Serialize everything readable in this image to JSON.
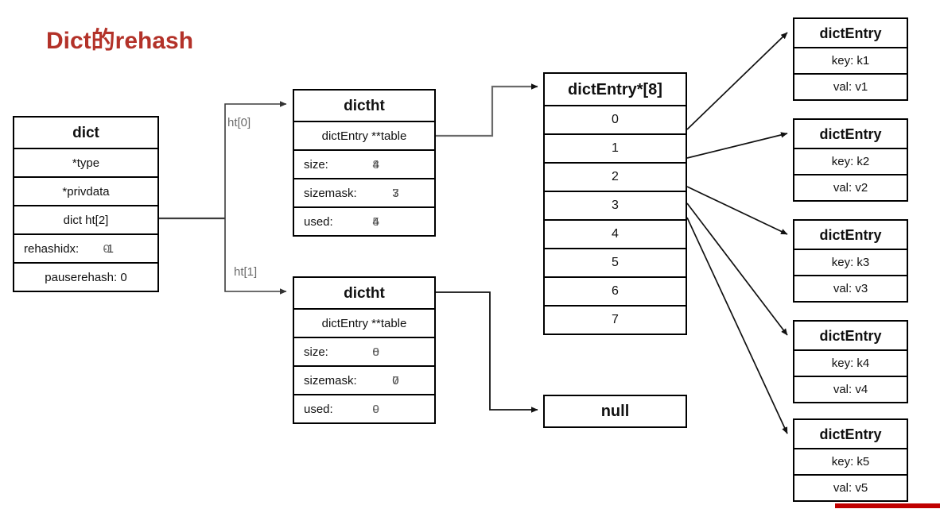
{
  "title": "Dict的rehash",
  "colors": {
    "title": "#b33229",
    "accent_bar": "#c00000",
    "label": "#6b6b6b",
    "box_border": "#000000"
  },
  "dict": {
    "header": "dict",
    "rows": [
      {
        "label": "*type",
        "value": ""
      },
      {
        "label": "*privdata",
        "value": ""
      },
      {
        "label": "dict ht[2]",
        "value": ""
      }
    ],
    "rehashidx": {
      "label": "rehashidx:",
      "value": "-1",
      "value_overlay": "0"
    },
    "pauserehash": {
      "label": "pauserehash: 0",
      "value": ""
    }
  },
  "wire_labels": {
    "ht0": "ht[0]",
    "ht1": "ht[1]"
  },
  "dictht0": {
    "header": "dictht",
    "table_row": "dictEntry **table",
    "size": {
      "label": "size:",
      "value": "4",
      "value_overlay": "8"
    },
    "sizemask": {
      "label": "sizemask:",
      "value": "3",
      "value_overlay": "7"
    },
    "used": {
      "label": "used:",
      "value": "4",
      "value_overlay": "5"
    }
  },
  "dictht1": {
    "header": "dictht",
    "table_row": "dictEntry **table",
    "size": {
      "label": "size:",
      "value": "0",
      "value_overlay": "8"
    },
    "sizemask": {
      "label": "sizemask:",
      "value": "0",
      "value_overlay": "7"
    },
    "used": {
      "label": "used:",
      "value": "0",
      "value_overlay": "9"
    }
  },
  "array": {
    "header": "dictEntry*[8]",
    "slots": [
      "0",
      "1",
      "2",
      "3",
      "4",
      "5",
      "6",
      "7"
    ]
  },
  "null_box": {
    "header": "null"
  },
  "entries": [
    {
      "header": "dictEntry",
      "key": "key: k1",
      "val": "val: v1"
    },
    {
      "header": "dictEntry",
      "key": "key: k2",
      "val": "val: v2"
    },
    {
      "header": "dictEntry",
      "key": "key: k3",
      "val": "val: v3"
    },
    {
      "header": "dictEntry",
      "key": "key: k4",
      "val": "val: v4"
    },
    {
      "header": "dictEntry",
      "key": "key: k5",
      "val": "val: v5"
    }
  ]
}
